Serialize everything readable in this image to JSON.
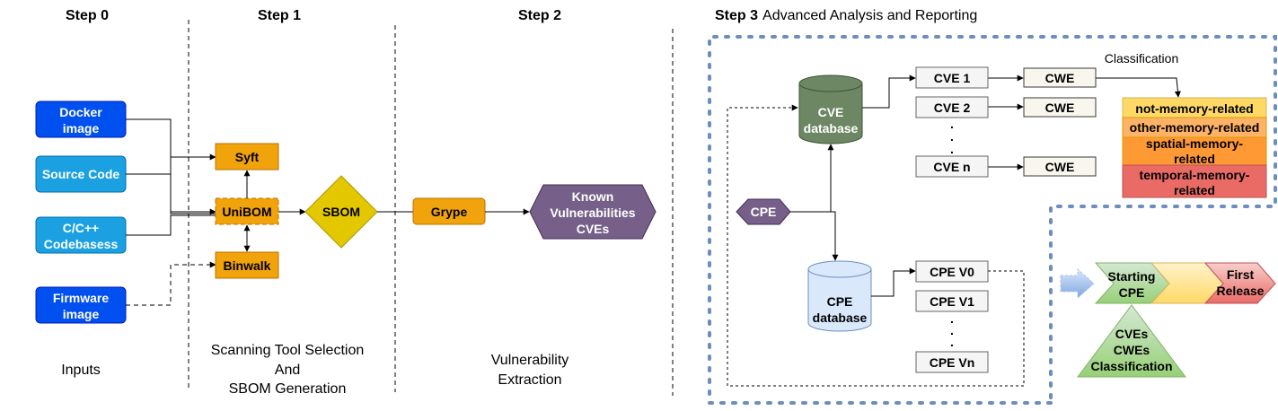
{
  "steps": {
    "step0": "Step 0",
    "step1": "Step 1",
    "step2": "Step 2",
    "step3": "Step 3",
    "step3_title": "Advanced Analysis and Reporting"
  },
  "inputs": {
    "docker_line1": "Docker",
    "docker_line2": "image",
    "source_code": "Source Code",
    "codebase_line1": "C/C++",
    "codebase_line2": "Codebasess",
    "firmware_line1": "Firmware",
    "firmware_line2": "image",
    "caption": "Inputs"
  },
  "step1": {
    "syft": "Syft",
    "unibom": "UniBOM",
    "binwalk": "Binwalk",
    "sbom": "SBOM",
    "caption_line1": "Scanning Tool Selection",
    "caption_line2": "And",
    "caption_line3": "SBOM Generation"
  },
  "step2": {
    "grype": "Grype",
    "known_line1": "Known",
    "known_line2": "Vulnerabilities",
    "known_line3": "CVEs",
    "caption_line1": "Vulnerability",
    "caption_line2": "Extraction"
  },
  "step3": {
    "cve_db_line1": "CVE",
    "cve_db_line2": "database",
    "cpe": "CPE",
    "cpe_db_line1": "CPE",
    "cpe_db_line2": "database",
    "cve1": "CVE 1",
    "cve2": "CVE 2",
    "cven": "CVE n",
    "cwe1": "CWE",
    "cwe2": "CWE",
    "cwe3": "CWE",
    "classification": "Classification",
    "class_not_memory": "not-memory-related",
    "class_other_memory": "other-memory-related",
    "class_spatial_line1": "spatial-memory-",
    "class_spatial_line2": "related",
    "class_temporal_line1": "temporal-memory-",
    "class_temporal_line2": "related",
    "cpe_v0": "CPE V0",
    "cpe_v1": "CPE V1",
    "cpe_vn": "CPE Vn",
    "starting_line1": "Starting",
    "starting_line2": "CPE",
    "first_line1": "First",
    "first_line2": "Release",
    "tri_line1": "CVEs",
    "tri_line2": "CWEs",
    "tri_line3": "Classification",
    "dots": "."
  },
  "colors": {
    "blue_dark": "#0050ef",
    "blue_light": "#1ba1e2",
    "orange": "#f0a30a",
    "yellow": "#e3c800",
    "purple": "#76608a",
    "green_db": "#6d8764",
    "blue_db": "#dae8fc",
    "green_light": "#a5d27d",
    "class_1": "#ffd966",
    "class_2": "#ffb366",
    "class_3": "#ff9933",
    "class_4": "#ea6b66",
    "dotted_border": "#6c8ebf"
  }
}
